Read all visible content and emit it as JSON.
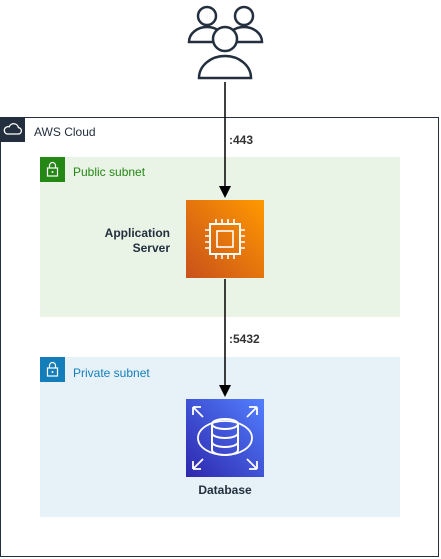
{
  "cloud": {
    "label": "AWS Cloud"
  },
  "subnets": {
    "public": {
      "label": "Public subnet"
    },
    "private": {
      "label": "Private subnet"
    }
  },
  "nodes": {
    "app": {
      "label_line1": "Application",
      "label_line2": "Server"
    },
    "db": {
      "label": "Database"
    }
  },
  "edges": {
    "users_to_app": {
      "label": ":443"
    },
    "app_to_db": {
      "label": ":5432"
    }
  },
  "colors": {
    "cloud_border": "#232f3e",
    "public_subnet": "#248814",
    "private_subnet": "#147eba",
    "ec2_orange": "#ed7100",
    "rds_blue": "#3334b9"
  },
  "icons": [
    "users-icon",
    "cloud-icon",
    "lock-icon",
    "ec2-instance-icon",
    "rds-database-icon"
  ]
}
